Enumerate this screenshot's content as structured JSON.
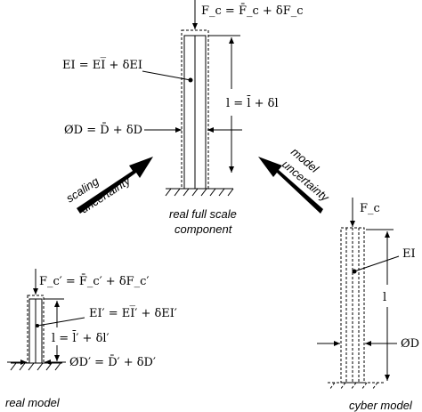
{
  "real_full_scale": {
    "force": "F_c = F̄_c + δF_c",
    "stiffness": "EI = EI̅ + δEI",
    "length": "l = l̄ + δl",
    "diameter": "ØD = D̄ + δD",
    "caption_line1": "real full scale",
    "caption_line2": "component"
  },
  "scaling_arrow": {
    "line1": "scaling",
    "line2": "uncertainty"
  },
  "model_arrow": {
    "line1": "model",
    "line2": "uncertainty"
  },
  "real_model": {
    "force": "F_c′ = F̄_c′ + δF_c′",
    "stiffness": "EI′ = EI̅′ + δEI′",
    "length": "l = l̄′ + δl′",
    "diameter": "ØD′ = D̄′ + δD′",
    "caption": "real model"
  },
  "cyber_model": {
    "force": "F_c",
    "stiffness": "EI",
    "length": "l",
    "diameter": "ØD",
    "caption": "cyber model"
  }
}
